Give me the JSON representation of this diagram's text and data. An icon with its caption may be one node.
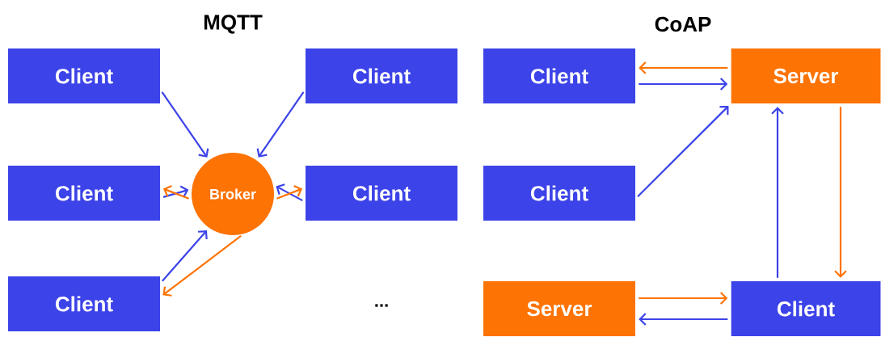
{
  "diagram": {
    "nodes": [
      {
        "text": [
          "Client"
        ]
      },
      {
        "text": [
          "Client"
        ]
      },
      {
        "text": [
          "Client"
        ]
      },
      {
        "text": [
          "Broker"
        ]
      },
      {
        "text": [
          "Client"
        ]
      },
      {
        "text": [
          "Client"
        ]
      },
      {
        "text": [
          "Client"
        ]
      },
      {
        "text": [
          "Server"
        ]
      },
      {
        "text": [
          "Client"
        ]
      },
      {
        "text": [
          "Server"
        ]
      },
      {
        "text": [
          "Client"
        ]
      }
    ],
    "edges": [
      {
        "from": 0,
        "to": 3,
        "arrow": "to"
      },
      {
        "from": 1,
        "to": 3,
        "arrow": "to"
      },
      {
        "from": 2,
        "to": 3,
        "arrow": "to"
      },
      {
        "from": 3,
        "to": 2,
        "arrow": "to",
        "color": "#fd7304"
      },
      {
        "from": 4,
        "to": 3,
        "arrow": "to"
      },
      {
        "from": 3,
        "to": 4,
        "arrow": "to",
        "color": "#fd7304"
      },
      {
        "from": 5,
        "to": 3,
        "arrow": "to"
      },
      {
        "from": 3,
        "to": 5,
        "arrow": "to",
        "color": "#fd7304"
      },
      {
        "from": 6,
        "to": 7,
        "arrow": "to"
      },
      {
        "from": 7,
        "to": 6,
        "arrow": "to",
        "color": "#fd7304"
      },
      {
        "from": 8,
        "to": 7,
        "arrow": "to"
      },
      {
        "from": 7,
        "to": 10,
        "arrow": "to",
        "color": "#fd7304"
      },
      {
        "from": 10,
        "to": 7,
        "arrow": "to"
      },
      {
        "from": 10,
        "to": 9,
        "arrow": "to"
      },
      {
        "from": 9,
        "to": 10,
        "arrow": "to",
        "color": "#fd7304"
      }
    ],
    "labels": [
      "MQTT",
      "CoAP",
      "..."
    ]
  }
}
